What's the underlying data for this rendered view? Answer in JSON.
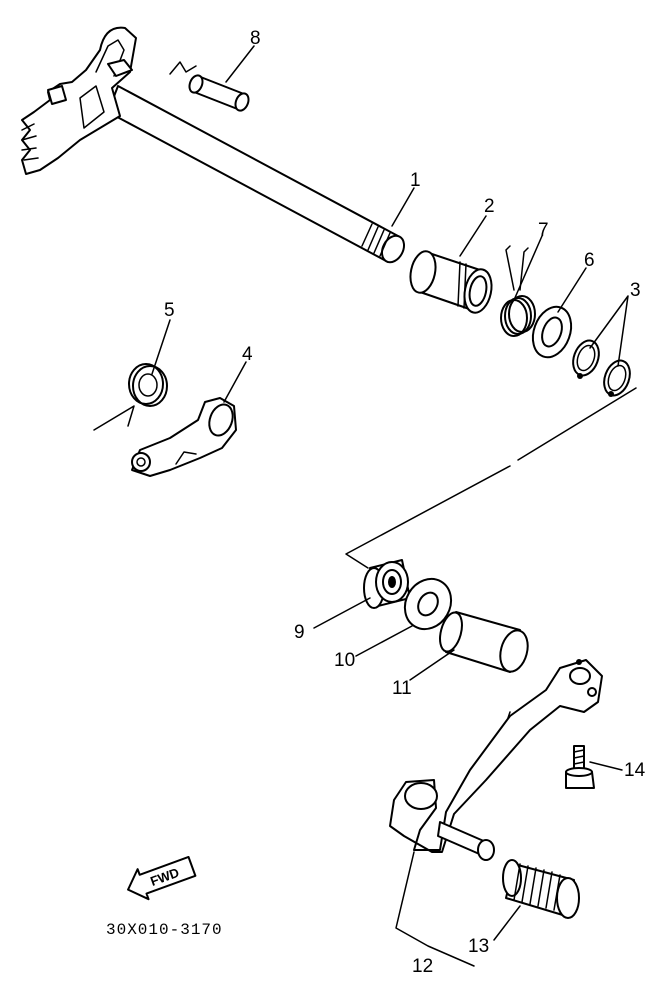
{
  "callouts": {
    "c1": "1",
    "c2": "2",
    "c3": "3",
    "c4": "4",
    "c5": "5",
    "c6": "6",
    "c7": "7",
    "c8": "8",
    "c9": "9",
    "c10": "10",
    "c11": "11",
    "c12": "12",
    "c13": "13",
    "c14": "14"
  },
  "direction_arrow": "FWD",
  "diagram_code": "30X010-3170"
}
